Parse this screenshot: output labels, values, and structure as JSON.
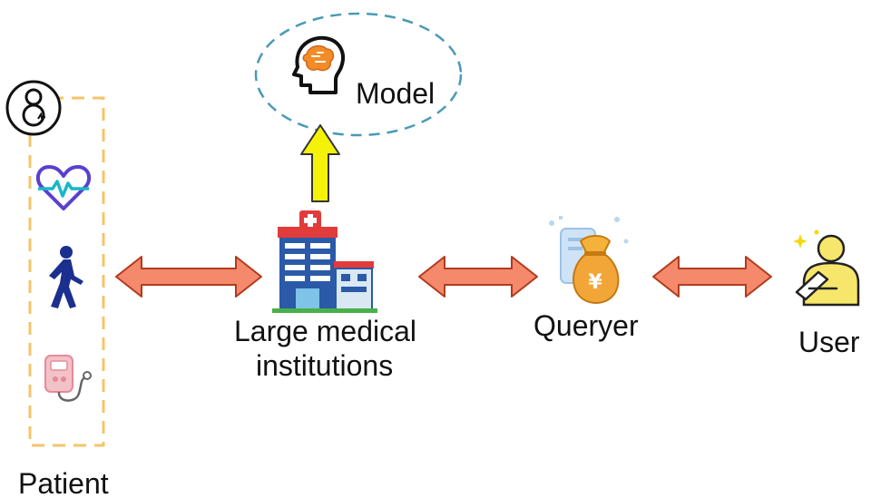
{
  "diagram": {
    "model": {
      "label": "Model",
      "icon": "brain-head-icon"
    },
    "patient": {
      "label": "Patient",
      "icons": [
        "privacy-badge-icon",
        "heartbeat-icon",
        "walking-person-icon",
        "blood-pressure-monitor-icon"
      ]
    },
    "institution": {
      "label_line1": "Large medical",
      "label_line2": "institutions",
      "icon": "hospital-icon"
    },
    "queryer": {
      "label": "Queryer",
      "icon": "money-bag-icon"
    },
    "user": {
      "label": "User",
      "icon": "user-icon"
    },
    "connections": [
      {
        "from": "patient",
        "to": "institution",
        "style": "double-arrow"
      },
      {
        "from": "institution",
        "to": "queryer",
        "style": "double-arrow"
      },
      {
        "from": "queryer",
        "to": "user",
        "style": "double-arrow"
      },
      {
        "from": "institution",
        "to": "model",
        "style": "single-arrow"
      }
    ]
  },
  "colors": {
    "double_arrow_fill": "#f4896b",
    "double_arrow_stroke": "#b23a1e",
    "up_arrow_fill": "#f5f20a",
    "up_arrow_stroke": "#333333",
    "patient_box_border": "#f5c46a",
    "model_ellipse_border": "#4a9ab5",
    "text": "#111111"
  }
}
